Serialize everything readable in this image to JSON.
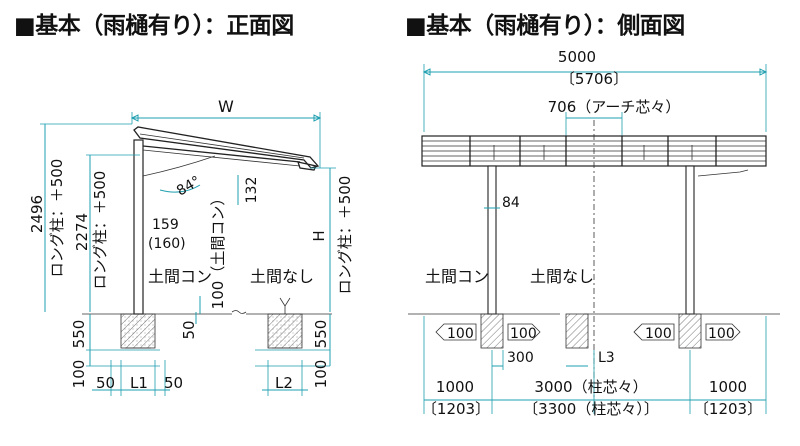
{
  "front": {
    "title": "■基本（雨樋有り）：正面図",
    "W": "W",
    "H": "H",
    "d2496": "2496",
    "long_pillar": "ロング柱：＋500",
    "d2274": "2274",
    "angle": "84°",
    "d132": "132",
    "d159": "159",
    "d160": "(160)",
    "doma_con_vertical": "100（土間コン）",
    "doma_con": "土間コン",
    "doma_nashi": "土間なし",
    "d550a": "550",
    "d100a": "100",
    "d50a": "50",
    "L1": "L1",
    "d50b": "50",
    "d50c": "50",
    "L2": "L2",
    "d550b": "550",
    "d100b": "100"
  },
  "side": {
    "title": "■基本（雨樋有り）：側面図",
    "d5000": "5000",
    "d5706": "〔5706〕",
    "arch": "706（アーチ芯々）",
    "d84": "84",
    "doma_con": "土間コン",
    "doma_nashi": "土間なし",
    "d100": "100",
    "d300": "300",
    "L3": "L3",
    "d1000a": "1000",
    "d1203a": "〔1203〕",
    "d3000": "3000（柱芯々）",
    "d3300": "〔3300（柱芯々）〕",
    "d1000b": "1000",
    "d1203b": "〔1203〕"
  }
}
